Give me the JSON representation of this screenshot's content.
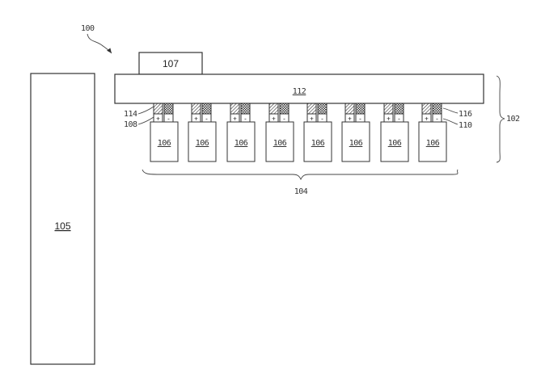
{
  "figure": {
    "ref_system": "100",
    "box_105": "105",
    "box_107": "107",
    "bar_112": "112",
    "group_102": "102",
    "group_104": "104",
    "label_114": "114",
    "label_108": "108",
    "label_116": "116",
    "label_110": "110",
    "cells": [
      {
        "label": "106",
        "positive": "+",
        "negative": "-"
      },
      {
        "label": "106",
        "positive": "+",
        "negative": "-"
      },
      {
        "label": "106",
        "positive": "+",
        "negative": "-"
      },
      {
        "label": "106",
        "positive": "+",
        "negative": "-"
      },
      {
        "label": "106",
        "positive": "+",
        "negative": "-"
      },
      {
        "label": "106",
        "positive": "+",
        "negative": "-"
      },
      {
        "label": "106",
        "positive": "+",
        "negative": "-"
      },
      {
        "label": "106",
        "positive": "+",
        "negative": "-"
      }
    ]
  }
}
